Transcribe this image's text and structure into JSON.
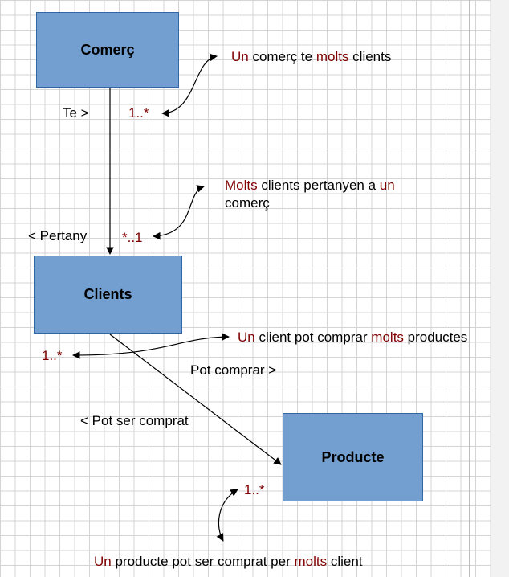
{
  "entities": {
    "comerc": "Comerç",
    "clients": "Clients",
    "producte": "Producte"
  },
  "relations": {
    "te": "Te >",
    "pertany": "< Pertany",
    "pot_comprar": "Pot comprar >",
    "pot_ser_comprat": "< Pot ser comprat"
  },
  "multiplicities": {
    "comerc_clients": "1..*",
    "clients_comerc": "*..1",
    "clients_producte": "1..*",
    "producte_clients": "1..*"
  },
  "notes": {
    "n1": {
      "w1": "Un",
      "w2": " comerç te ",
      "w3": "molts",
      "w4": " clients"
    },
    "n2": {
      "w1": "Molts",
      "w2": " clients pertanyen a ",
      "w3": "un",
      "w4": "comerç"
    },
    "n3": {
      "w1": "Un",
      "w2": " client pot comprar ",
      "w3": "molts",
      "w4": " productes"
    },
    "n4": {
      "w1": "Un",
      "w2": " producte pot ser comprat per ",
      "w3": "molts",
      "w4": " client"
    }
  },
  "colors": {
    "entity_fill": "#729fcf",
    "entity_border": "#3465a4",
    "highlight_text": "#800000"
  }
}
